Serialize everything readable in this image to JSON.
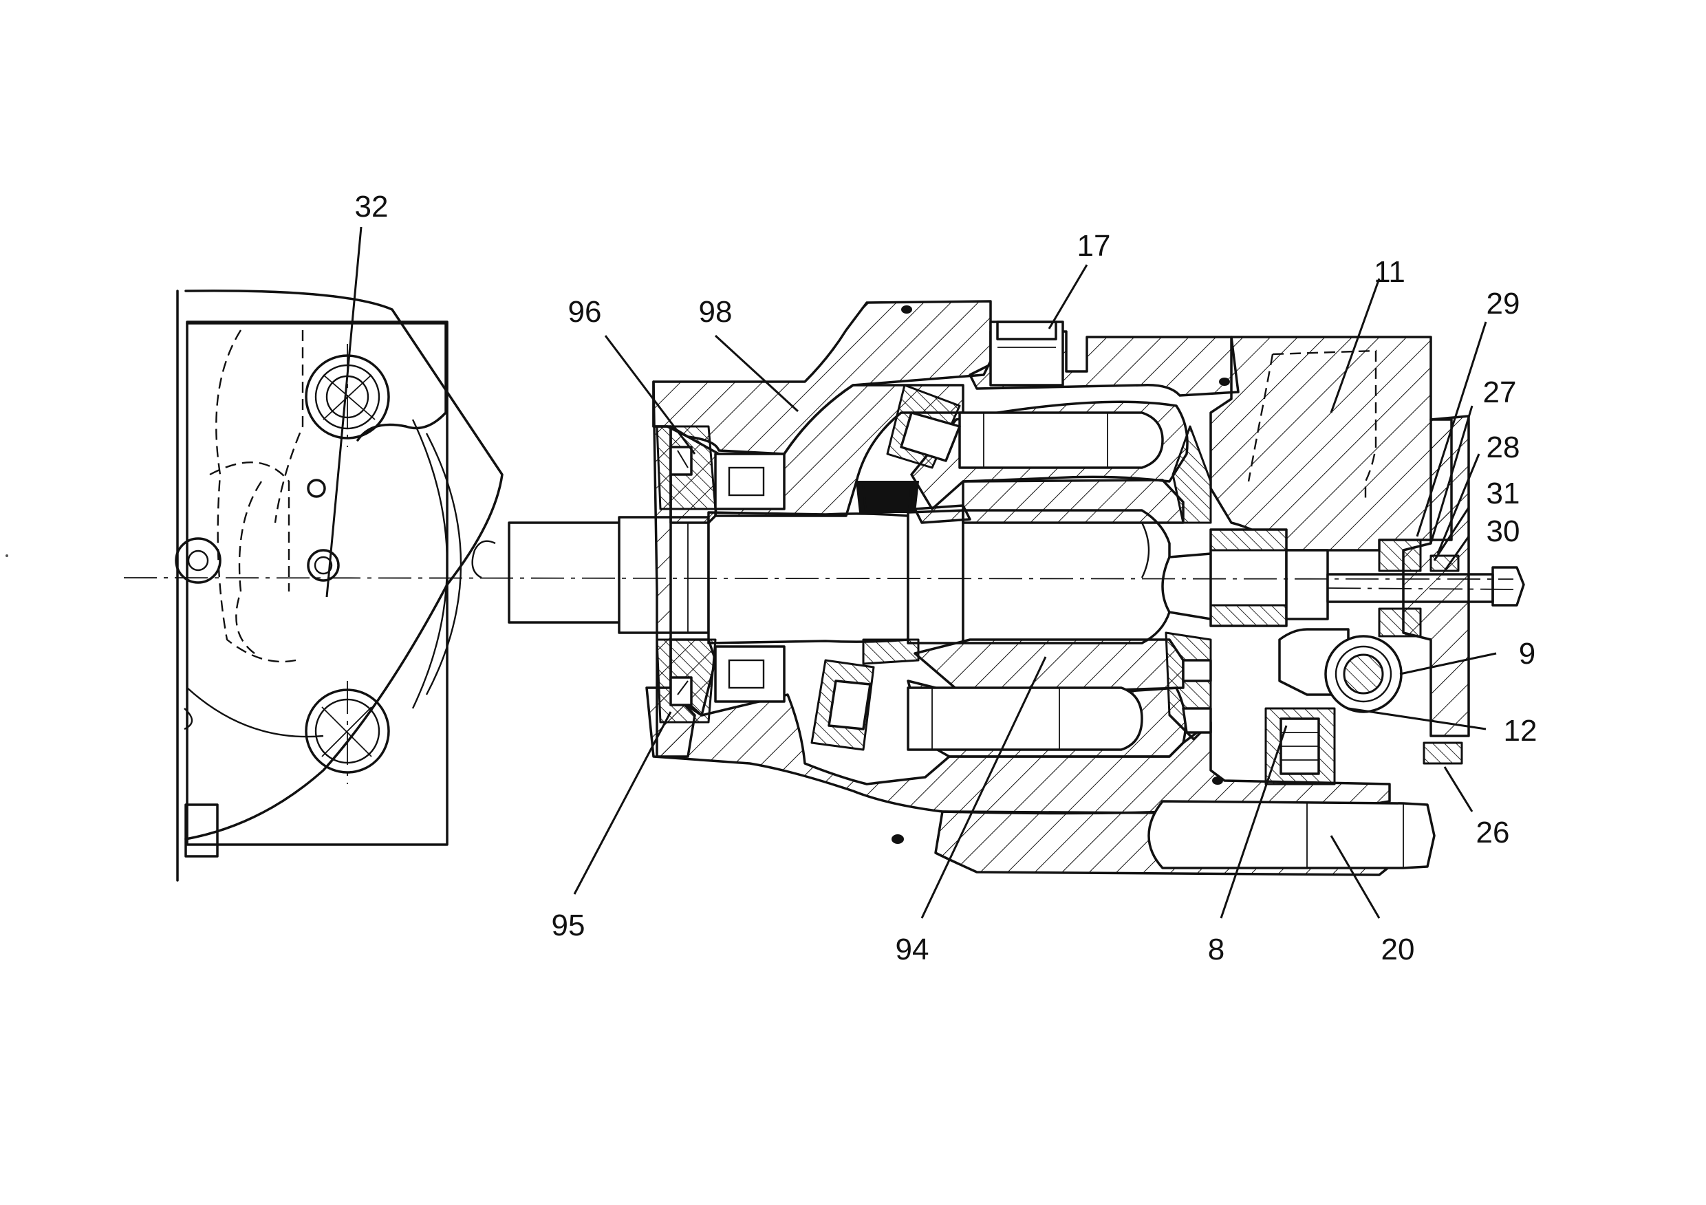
{
  "callouts": [
    {
      "id": "32",
      "label": "32"
    },
    {
      "id": "17",
      "label": "17"
    },
    {
      "id": "11",
      "label": "11"
    },
    {
      "id": "96",
      "label": "96"
    },
    {
      "id": "98",
      "label": "98"
    },
    {
      "id": "29",
      "label": "29"
    },
    {
      "id": "27",
      "label": "27"
    },
    {
      "id": "28",
      "label": "28"
    },
    {
      "id": "31",
      "label": "31"
    },
    {
      "id": "30",
      "label": "30"
    },
    {
      "id": "9",
      "label": "9"
    },
    {
      "id": "12",
      "label": "12"
    },
    {
      "id": "26",
      "label": "26"
    },
    {
      "id": "95",
      "label": "95"
    },
    {
      "id": "94",
      "label": "94"
    },
    {
      "id": "8",
      "label": "8"
    },
    {
      "id": "20",
      "label": "20"
    }
  ]
}
